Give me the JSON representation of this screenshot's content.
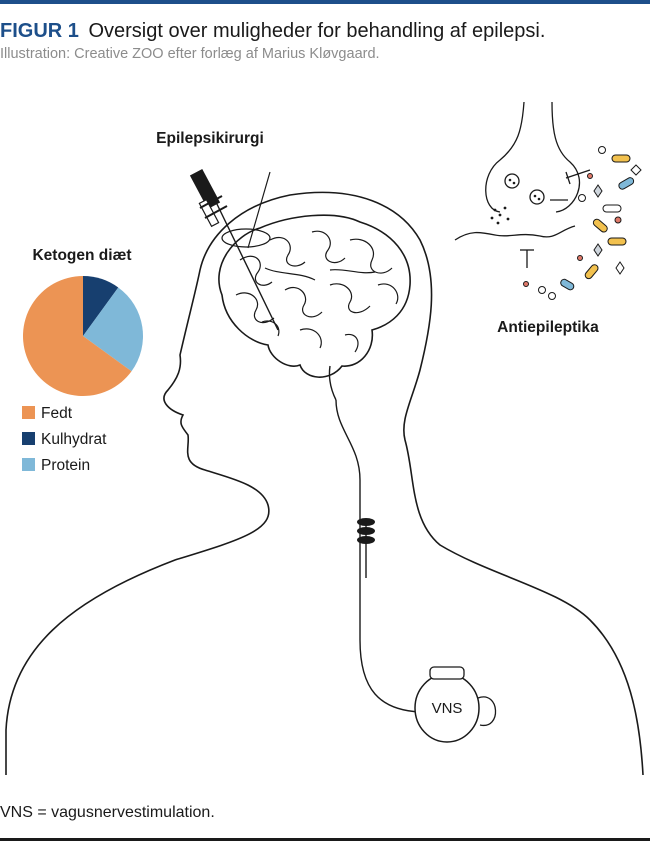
{
  "figure": {
    "label": "FIGUR 1",
    "title": "Oversigt over muligheder for behandling af epilepsi.",
    "credit": "Illustration: Creative ZOO efter forlæg af Marius Kløvgaard."
  },
  "labels": {
    "surgery": "Epilepsikirurgi",
    "diet": "Ketogen diæt",
    "drugs": "Antiepileptika",
    "vns": "VNS"
  },
  "chart_data": {
    "type": "pie",
    "title": "Ketogen diæt",
    "slices": [
      {
        "name": "Fedt",
        "value": 65,
        "color": "#ec9454"
      },
      {
        "name": "Kulhydrat",
        "value": 10,
        "color": "#173f6f"
      },
      {
        "name": "Protein",
        "value": 25,
        "color": "#7fb8d8"
      }
    ],
    "legend": [
      "Fedt",
      "Kulhydrat",
      "Protein"
    ]
  },
  "footnote": "VNS = vagusnervestimulation.",
  "colors": {
    "accent": "#1d4f8a",
    "fat": "#ec9454",
    "carb": "#173f6f",
    "protein": "#7fb8d8",
    "pill_yellow": "#f2c14e",
    "pill_blue": "#7fb8d8",
    "pill_red": "#e07a6a"
  }
}
